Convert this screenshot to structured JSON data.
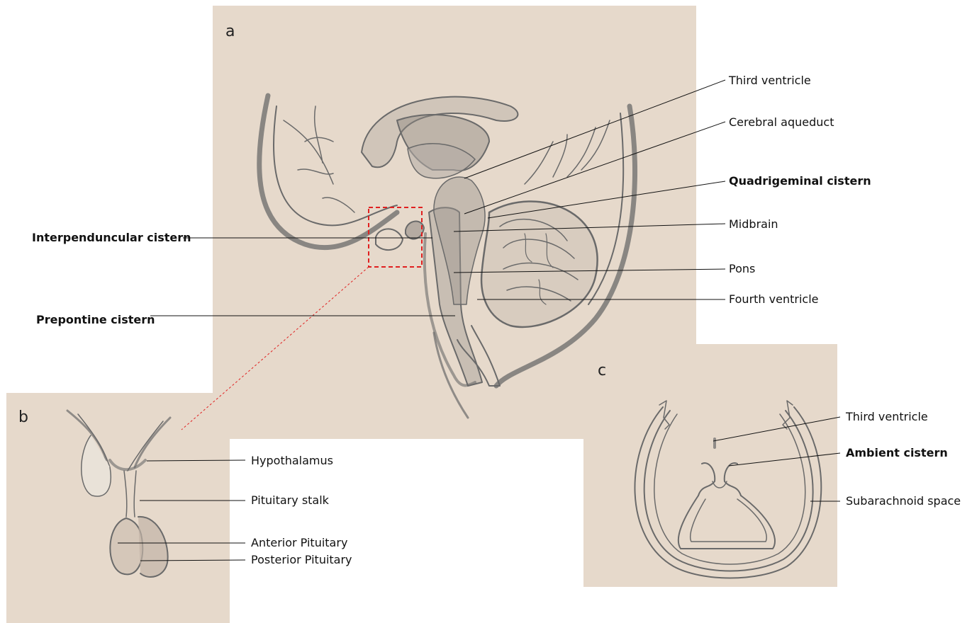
{
  "panels": {
    "a": "a",
    "b": "b",
    "c": "c"
  },
  "labels": {
    "third_ventricle_a": "Third ventricle",
    "cerebral_aqueduct": "Cerebral aqueduct",
    "quadrigeminal_cistern": "Quadrigeminal cistern",
    "midbrain": "Midbrain",
    "pons": "Pons",
    "fourth_ventricle": "Fourth ventricle",
    "interpeduncular_cistern": "Interpenduncular cistern",
    "prepontine_cistern": "Prepontine cistern",
    "hypothalamus": "Hypothalamus",
    "pituitary_stalk": "Pituitary stalk",
    "anterior_pituitary": "Anterior Pituitary",
    "posterior_pituitary": "Posterior Pituitary",
    "third_ventricle_c": "Third ventricle",
    "ambient_cistern": "Ambient cistern",
    "subarachnoid_space": "Subarachnoid space"
  },
  "colors": {
    "paper": "#e6d9cb",
    "drawing": "#6a6a6a",
    "leader": "#111111",
    "highlight": "#e02020"
  }
}
